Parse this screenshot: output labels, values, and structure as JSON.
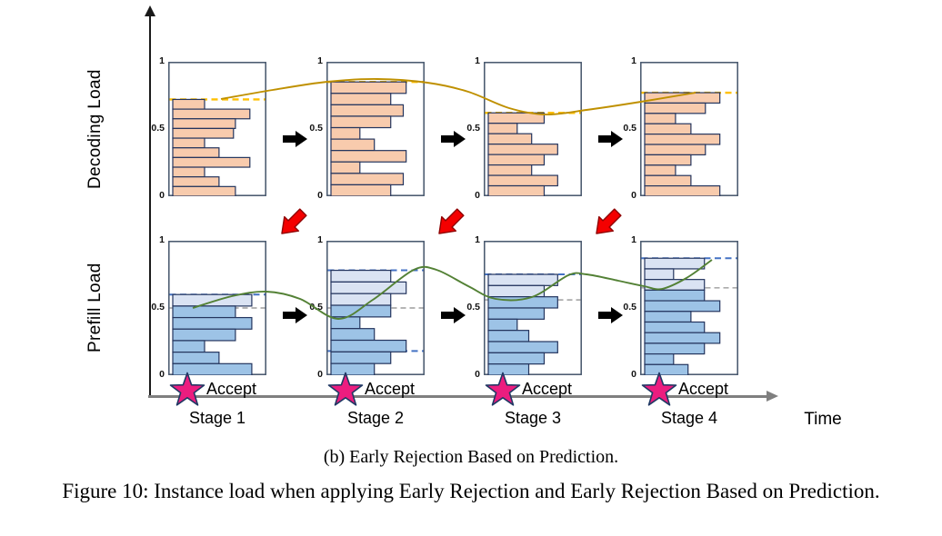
{
  "figure": {
    "y_axis_label_top": "Decoding Load",
    "y_axis_label_bottom": "Prefill Load",
    "x_axis_label": "Time",
    "subcaption": "(b) Early Rejection Based on Prediction.",
    "caption": "Figure 10: Instance load when applying Early Rejection and Early Rejection Based on Prediction."
  },
  "colors": {
    "decode_bar_fill": "#F8CBAD",
    "prefill_bar_fill": "#9DC3E6",
    "prefill_bar_light_fill": "#DAE3F3",
    "bar_border": "#24355E",
    "frame_border": "#44546A",
    "decode_dash": "#FFC000",
    "decode_curve": "#BF9000",
    "prefill_dash_blue": "#4472C4",
    "prefill_dash_gray": "#ABABAB",
    "prefill_curve": "#538135",
    "star_fill": "#EC1D7F",
    "star_border": "#203864",
    "red_arrow_fill": "#F40000",
    "red_arrow_border": "#8F0000",
    "black_arrow_fill": "#000000"
  },
  "chart_data": {
    "type": "bar",
    "orientation": "horizontal",
    "small_multiples": "4 stages x 2 rows (Decoding Load, Prefill Load)",
    "ylim": [
      0,
      1
    ],
    "yticks": [
      {
        "label": "1",
        "frac": 1
      },
      {
        "label": "0.5",
        "frac": 0.5
      },
      {
        "label": "0",
        "frac": 0
      }
    ],
    "stages": [
      {
        "label": "Stage 1",
        "accept_label": "Accept",
        "decoding": {
          "threshold": 0.72,
          "bars": [
            0.33,
            0.8,
            0.65,
            0.63,
            0.33,
            0.48,
            0.8,
            0.33,
            0.48,
            0.65
          ]
        },
        "prefill": {
          "predicted_threshold": 0.6,
          "current_threshold": 0.5,
          "extra_threshold": null,
          "bars": [
            {
              "v": 0.82,
              "shade": "light"
            },
            {
              "v": 0.65
            },
            {
              "v": 0.82
            },
            {
              "v": 0.65
            },
            {
              "v": 0.33
            },
            {
              "v": 0.48
            },
            {
              "v": 0.82
            }
          ]
        }
      },
      {
        "label": "Stage 2",
        "accept_label": "Accept",
        "decoding": {
          "threshold": 0.85,
          "bars": [
            0.78,
            0.62,
            0.75,
            0.62,
            0.3,
            0.45,
            0.78,
            0.3,
            0.75,
            0.62
          ]
        },
        "prefill": {
          "predicted_threshold": 0.78,
          "current_threshold": 0.5,
          "extra_threshold": 0.18,
          "bars": [
            {
              "v": 0.62,
              "shade": "light"
            },
            {
              "v": 0.78,
              "shade": "light"
            },
            {
              "v": 0.62,
              "shade": "light"
            },
            {
              "v": 0.62
            },
            {
              "v": 0.3
            },
            {
              "v": 0.45
            },
            {
              "v": 0.78
            },
            {
              "v": 0.62
            },
            {
              "v": 0.45
            }
          ]
        }
      },
      {
        "label": "Stage 3",
        "accept_label": "Accept",
        "decoding": {
          "threshold": 0.62,
          "bars": [
            0.58,
            0.3,
            0.45,
            0.72,
            0.58,
            0.45,
            0.72,
            0.58
          ]
        },
        "prefill": {
          "predicted_threshold": 0.75,
          "current_threshold": 0.56,
          "extra_threshold": null,
          "bars": [
            {
              "v": 0.72,
              "shade": "light"
            },
            {
              "v": 0.58,
              "shade": "light"
            },
            {
              "v": 0.72
            },
            {
              "v": 0.58
            },
            {
              "v": 0.3
            },
            {
              "v": 0.42
            },
            {
              "v": 0.72
            },
            {
              "v": 0.58
            },
            {
              "v": 0.42
            }
          ]
        }
      },
      {
        "label": "Stage 4",
        "accept_label": "Accept",
        "decoding": {
          "threshold": 0.77,
          "bars": [
            0.78,
            0.63,
            0.32,
            0.48,
            0.78,
            0.63,
            0.48,
            0.32,
            0.48,
            0.78
          ]
        },
        "prefill": {
          "predicted_threshold": 0.87,
          "current_threshold": 0.65,
          "extra_threshold": null,
          "bars": [
            {
              "v": 0.62,
              "shade": "light"
            },
            {
              "v": 0.3,
              "shade": "light"
            },
            {
              "v": 0.62,
              "shade": "light"
            },
            {
              "v": 0.62
            },
            {
              "v": 0.78
            },
            {
              "v": 0.48
            },
            {
              "v": 0.62
            },
            {
              "v": 0.78
            },
            {
              "v": 0.62
            },
            {
              "v": 0.3
            },
            {
              "v": 0.45
            }
          ]
        }
      }
    ],
    "curves": {
      "decoding": {
        "color": "#BF9000",
        "points": [
          [
            243,
            109
          ],
          [
            300,
            99
          ],
          [
            360,
            90
          ],
          [
            415,
            87
          ],
          [
            470,
            91
          ],
          [
            515,
            101
          ],
          [
            560,
            119
          ],
          [
            600,
            126
          ],
          [
            645,
            121
          ],
          [
            705,
            112
          ],
          [
            765,
            102
          ]
        ]
      },
      "prefill": {
        "color": "#538135",
        "points": [
          [
            212,
            339
          ],
          [
            255,
            326
          ],
          [
            293,
            321
          ],
          [
            330,
            329
          ],
          [
            372,
            351
          ],
          [
            410,
            330
          ],
          [
            455,
            297
          ],
          [
            480,
            297
          ],
          [
            515,
            315
          ],
          [
            545,
            329
          ],
          [
            585,
            327
          ],
          [
            625,
            303
          ],
          [
            645,
            302
          ],
          [
            680,
            309
          ],
          [
            708,
            315
          ],
          [
            728,
            318
          ],
          [
            755,
            306
          ],
          [
            783,
            286
          ]
        ]
      }
    }
  }
}
